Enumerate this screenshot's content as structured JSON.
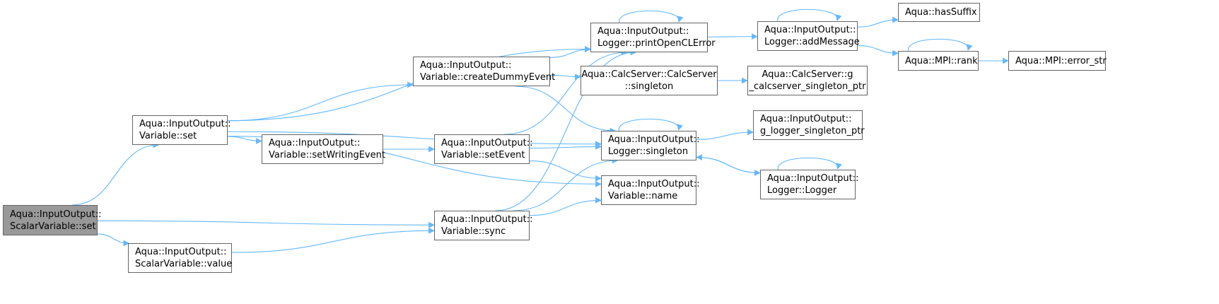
{
  "colors": {
    "edge": "#63b8ff",
    "node_border": "#666666",
    "root_fill": "#999999"
  },
  "graph": {
    "nodes": [
      {
        "id": "root",
        "lines": [
          "Aqua::InputOutput::",
          "ScalarVariable::set"
        ]
      },
      {
        "id": "vset",
        "lines": [
          "Aqua::InputOutput::",
          "Variable::set"
        ]
      },
      {
        "id": "svvalue",
        "lines": [
          "Aqua::InputOutput::",
          "ScalarVariable::value"
        ]
      },
      {
        "id": "dummy",
        "lines": [
          "Aqua::InputOutput::",
          "Variable::createDummyEvent"
        ]
      },
      {
        "id": "setwriting",
        "lines": [
          "Aqua::InputOutput::",
          "Variable::setWritingEvent"
        ]
      },
      {
        "id": "setevent",
        "lines": [
          "Aqua::InputOutput::",
          "Variable::setEvent"
        ]
      },
      {
        "id": "sync",
        "lines": [
          "Aqua::InputOutput::",
          "Variable::sync"
        ]
      },
      {
        "id": "printocl",
        "lines": [
          "Aqua::InputOutput::",
          "Logger::printOpenCLError"
        ]
      },
      {
        "id": "calcserver",
        "lines": [
          "Aqua::CalcServer::CalcServer",
          "::singleton"
        ]
      },
      {
        "id": "logsingleton",
        "lines": [
          "Aqua::InputOutput::",
          "Logger::singleton"
        ]
      },
      {
        "id": "vname",
        "lines": [
          "Aqua::InputOutput::",
          "Variable::name"
        ]
      },
      {
        "id": "addmsg",
        "lines": [
          "Aqua::InputOutput::",
          "Logger::addMessage"
        ]
      },
      {
        "id": "gcalc",
        "lines": [
          "Aqua::CalcServer::g",
          "_calcserver_singleton_ptr"
        ]
      },
      {
        "id": "glogger",
        "lines": [
          "Aqua::InputOutput::",
          "g_logger_singleton_ptr"
        ]
      },
      {
        "id": "logger",
        "lines": [
          "Aqua::InputOutput::",
          "Logger::Logger"
        ]
      },
      {
        "id": "hassuffix",
        "lines": [
          "Aqua::hasSuffix"
        ]
      },
      {
        "id": "mpirank",
        "lines": [
          "Aqua::MPI::rank"
        ]
      },
      {
        "id": "errorstr",
        "lines": [
          "Aqua::MPI::error_str"
        ]
      }
    ],
    "edges": [
      [
        "root",
        "vset"
      ],
      [
        "root",
        "sync"
      ],
      [
        "root",
        "svvalue"
      ],
      [
        "vset",
        "printocl"
      ],
      [
        "vset",
        "dummy"
      ],
      [
        "vset",
        "logsingleton"
      ],
      [
        "vset",
        "setwriting"
      ],
      [
        "vset",
        "vname"
      ],
      [
        "svvalue",
        "sync"
      ],
      [
        "dummy",
        "printocl"
      ],
      [
        "dummy",
        "calcserver"
      ],
      [
        "dummy",
        "logsingleton"
      ],
      [
        "setwriting",
        "setevent"
      ],
      [
        "setevent",
        "printocl"
      ],
      [
        "setevent",
        "logsingleton"
      ],
      [
        "setevent",
        "vname"
      ],
      [
        "sync",
        "printocl"
      ],
      [
        "sync",
        "logsingleton"
      ],
      [
        "sync",
        "vname"
      ],
      [
        "printocl",
        "printocl"
      ],
      [
        "printocl",
        "addmsg"
      ],
      [
        "calcserver",
        "gcalc"
      ],
      [
        "logsingleton",
        "logsingleton"
      ],
      [
        "logsingleton",
        "glogger"
      ],
      [
        "logsingleton",
        "logger"
      ],
      [
        "logger",
        "logger"
      ],
      [
        "logger",
        "logsingleton"
      ],
      [
        "addmsg",
        "addmsg"
      ],
      [
        "addmsg",
        "hassuffix"
      ],
      [
        "addmsg",
        "mpirank"
      ],
      [
        "mpirank",
        "mpirank"
      ],
      [
        "mpirank",
        "errorstr"
      ]
    ]
  }
}
